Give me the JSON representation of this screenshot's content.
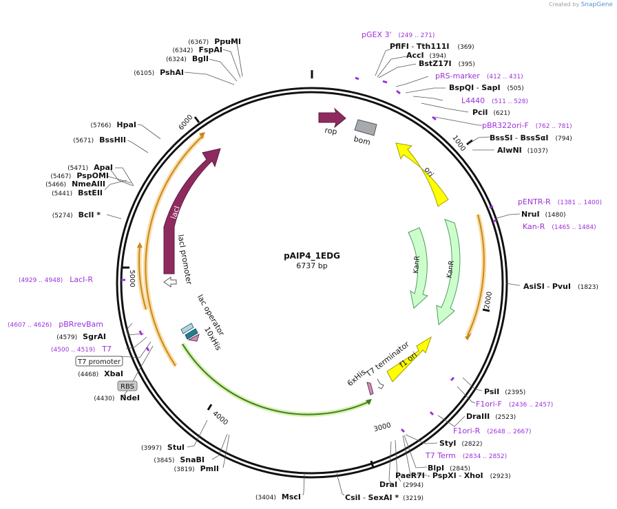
{
  "credit": {
    "prefix": "Created by",
    "brand": "SnapGene"
  },
  "plasmid": {
    "name": "pAIP4_1EDG",
    "length_label": "6737 bp",
    "length": 6737
  },
  "colors": {
    "enzyme": "#000000",
    "primer": "#9b30d9",
    "lacI": "#8e2b5e",
    "rop": "#8e2b5e",
    "ori": "#ffff00",
    "f1ori": "#ffff00",
    "KanR": "#ccffcc",
    "bom": "#a6a9ad",
    "orf": "#e3a132",
    "green_orf": "#4c9a2a"
  },
  "ticks": [
    "1000",
    "2000",
    "3000",
    "4000",
    "5000",
    "6000"
  ],
  "enzymes_right": [
    {
      "name": "PflFI",
      "sep": " - ",
      "name2": "Tth111I",
      "pos": "(369)"
    },
    {
      "name": "AccI",
      "pos": "(394)"
    },
    {
      "name": "BstZ17I",
      "pos": "(395)"
    },
    {
      "name": "BspQI",
      "sep": " - ",
      "name2": "SapI",
      "pos": "(505)"
    },
    {
      "name": "PciI",
      "pos": "(621)"
    },
    {
      "name": "BssSI",
      "sep": " - ",
      "name2": "BssSαI",
      "pos": "(794)"
    },
    {
      "name": "AlwNI",
      "pos": "(1037)"
    },
    {
      "name": "NruI",
      "pos": "(1480)"
    },
    {
      "name": "AsiSI",
      "sep": " - ",
      "name2": "PvuI",
      "pos": "(1823)"
    },
    {
      "name": "PsiI",
      "pos": "(2395)"
    },
    {
      "name": "DraIII",
      "pos": "(2523)"
    },
    {
      "name": "StyI",
      "pos": "(2822)"
    },
    {
      "name": "BlpI",
      "pos": "(2845)"
    },
    {
      "name": "PaeR7I",
      "sep": " - ",
      "name2": "PspXI",
      "sep2": " - ",
      "name3": "XhoI",
      "pos": "(2923)"
    },
    {
      "name": "DraI",
      "pos": "(2994)"
    },
    {
      "name": "CsiI",
      "sep": " - ",
      "name2": "SexAI *",
      "pos": "(3219)"
    },
    {
      "name": "MscI",
      "pos": "(3404)"
    }
  ],
  "enzymes_left": [
    {
      "pos": "(6367)",
      "name": "PpuMI"
    },
    {
      "pos": "(6342)",
      "name": "FspAI"
    },
    {
      "pos": "(6324)",
      "name": "BglI"
    },
    {
      "pos": "(6105)",
      "name": "PshAI"
    },
    {
      "pos": "(5766)",
      "name": "HpaI"
    },
    {
      "pos": "(5671)",
      "name": "BssHII"
    },
    {
      "pos": "(5471)",
      "name": "ApaI"
    },
    {
      "pos": "(5467)",
      "name": "PspOMI"
    },
    {
      "pos": "(5466)",
      "name": "NmeAIII"
    },
    {
      "pos": "(5441)",
      "name": "BstEII"
    },
    {
      "pos": "(5274)",
      "name": "BclI *"
    },
    {
      "pos": "(4579)",
      "name": "SgrAI"
    },
    {
      "pos": "(4468)",
      "name": "XbaI"
    },
    {
      "pos": "(4430)",
      "name": "NdeI"
    },
    {
      "pos": "(3997)",
      "name": "StuI"
    },
    {
      "pos": "(3845)",
      "name": "SnaBI"
    },
    {
      "pos": "(3819)",
      "name": "PmlI"
    }
  ],
  "primers": [
    {
      "name": "pGEX 3'",
      "range": "(249 .. 271)"
    },
    {
      "name": "pRS-marker",
      "range": "(412 .. 431)"
    },
    {
      "name": "L4440",
      "range": "(511 .. 528)"
    },
    {
      "name": "pBR322ori-F",
      "range": "(762 .. 781)"
    },
    {
      "name": "pENTR-R",
      "range": "(1381 .. 1400)"
    },
    {
      "name": "Kan-R",
      "range": "(1465 .. 1484)"
    },
    {
      "name": "F1ori-F",
      "range": "(2436 .. 2457)"
    },
    {
      "name": "F1ori-R",
      "range": "(2648 .. 2667)"
    },
    {
      "name": "T7 Term",
      "range": "(2834 .. 2852)"
    },
    {
      "name": "LacI-R",
      "range": "(4929 .. 4948)"
    },
    {
      "name": "pBRrevBam",
      "range": "(4607 .. 4626)"
    },
    {
      "name": "T7",
      "range": "(4500 .. 4519)"
    }
  ],
  "boxed_labels": [
    "T7 promoter",
    "RBS"
  ],
  "features": {
    "rop": "rop",
    "bom": "bom",
    "ori": "ori",
    "KanR_inner": "KanR",
    "KanR_outer": "KanR",
    "lacI": "lacI",
    "lacI_promoter": "lacI promoter",
    "lac_operator": "lac operator",
    "his10": "10xHis",
    "his6": "6xHis",
    "t7_terminator": "T7 terminator",
    "f1_ori": "f1 ori"
  }
}
